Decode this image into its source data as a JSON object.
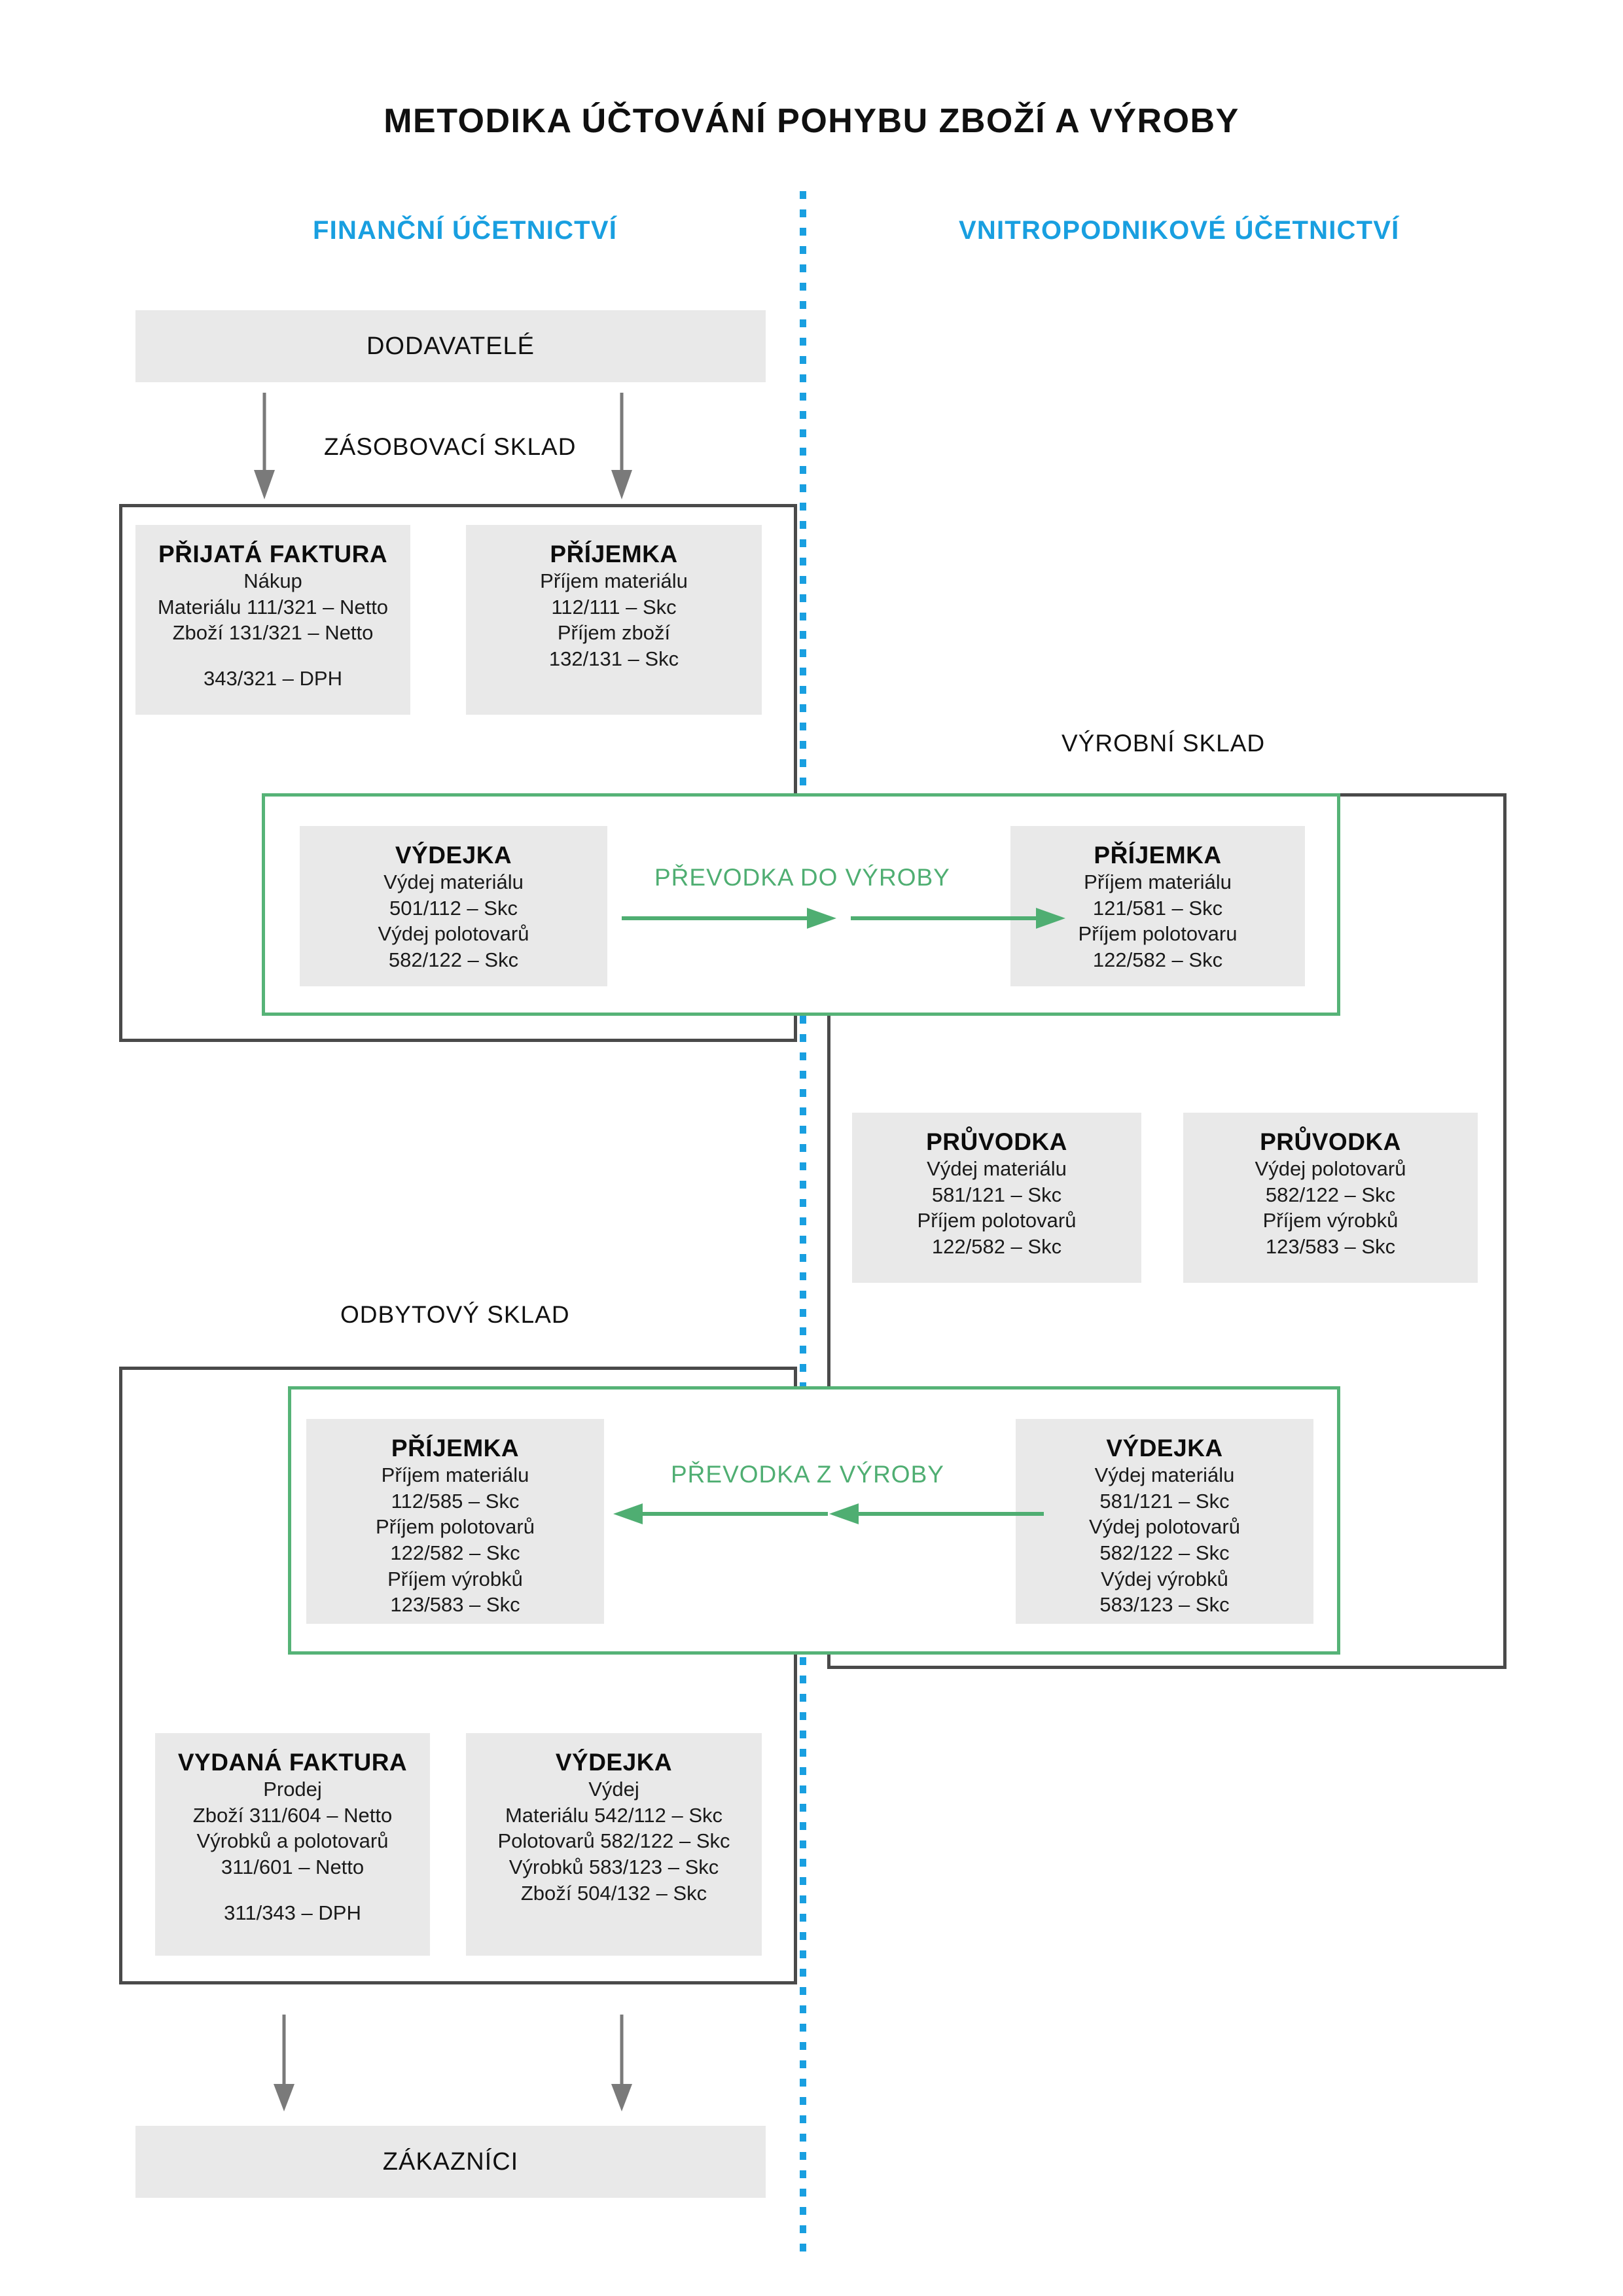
{
  "title": "METODIKA ÚČTOVÁNÍ POHYBU ZBOŽÍ A VÝROBY",
  "colors": {
    "accent_blue": "#199FE0",
    "accent_green": "#56B377",
    "frame_grey": "#4a4a4a",
    "box_grey": "#e9e9e9"
  },
  "headings": {
    "financial": "FINANČNÍ ÚČETNICTVÍ",
    "internal": "VNITROPODNIKOVÉ ÚČETNICTVÍ"
  },
  "endpoints": {
    "suppliers": "DODAVATELÉ",
    "customers": "ZÁKAZNÍCI"
  },
  "section_labels": {
    "supply_warehouse": "ZÁSOBOVACÍ SKLAD",
    "production_warehouse": "VÝROBNÍ SKLAD",
    "sales_warehouse": "ODBYTOVÝ SKLAD"
  },
  "transfers": {
    "to_production": "PŘEVODKA  DO VÝROBY",
    "from_production": "PŘEVODKA  Z VÝROBY"
  },
  "boxes": {
    "prijata_faktura": {
      "title": "PŘIJATÁ FAKTURA",
      "lines": [
        "Nákup",
        "Materiálu 111/321 – Netto",
        "Zboží 131/321 – Netto"
      ],
      "footer": "343/321 – DPH"
    },
    "prijemka_zasob": {
      "title": "PŘÍJEMKA",
      "lines": [
        "Příjem materiálu",
        "112/111 – Skc",
        "Příjem zboží",
        "132/131 – Skc"
      ]
    },
    "vydejka_do_vyroby": {
      "title": "VÝDEJKA",
      "lines": [
        "Výdej materiálu",
        "501/112 – Skc",
        "Výdej polotovarů",
        "582/122 – Skc"
      ]
    },
    "prijemka_do_vyroby": {
      "title": "PŘÍJEMKA",
      "lines": [
        "Příjem materiálu",
        "121/581 – Skc",
        "Příjem polotovaru",
        "122/582 – Skc"
      ]
    },
    "pruvodka_1": {
      "title": "PRŮVODKA",
      "lines": [
        "Výdej materiálu",
        "581/121 – Skc",
        "Příjem polotovarů",
        "122/582 – Skc"
      ]
    },
    "pruvodka_2": {
      "title": "PRŮVODKA",
      "lines": [
        "Výdej polotovarů",
        "582/122 – Skc",
        "Příjem výrobků",
        "123/583 – Skc"
      ]
    },
    "prijemka_z_vyroby": {
      "title": "PŘÍJEMKA",
      "lines": [
        "Příjem materiálu",
        "112/585 – Skc",
        "Příjem polotovarů",
        "122/582 – Skc",
        "Příjem výrobků",
        "123/583 – Skc"
      ]
    },
    "vydejka_z_vyroby": {
      "title": "VÝDEJKA",
      "lines": [
        "Výdej materiálu",
        "581/121 – Skc",
        "Výdej polotovarů",
        "582/122 – Skc",
        "Výdej výrobků",
        "583/123 – Skc"
      ]
    },
    "vydana_faktura": {
      "title": "VYDANÁ FAKTURA",
      "lines": [
        "Prodej",
        "Zboží 311/604 – Netto",
        "Výrobků a polotovarů",
        "311/601 – Netto"
      ],
      "footer": "311/343 – DPH"
    },
    "vydejka_odbyt": {
      "title": "VÝDEJKA",
      "lines": [
        "Výdej",
        "Materiálu 542/112 – Skc",
        "Polotovarů 582/122 – Skc",
        "Výrobků 583/123 – Skc",
        "Zboží 504/132 – Skc"
      ]
    }
  }
}
